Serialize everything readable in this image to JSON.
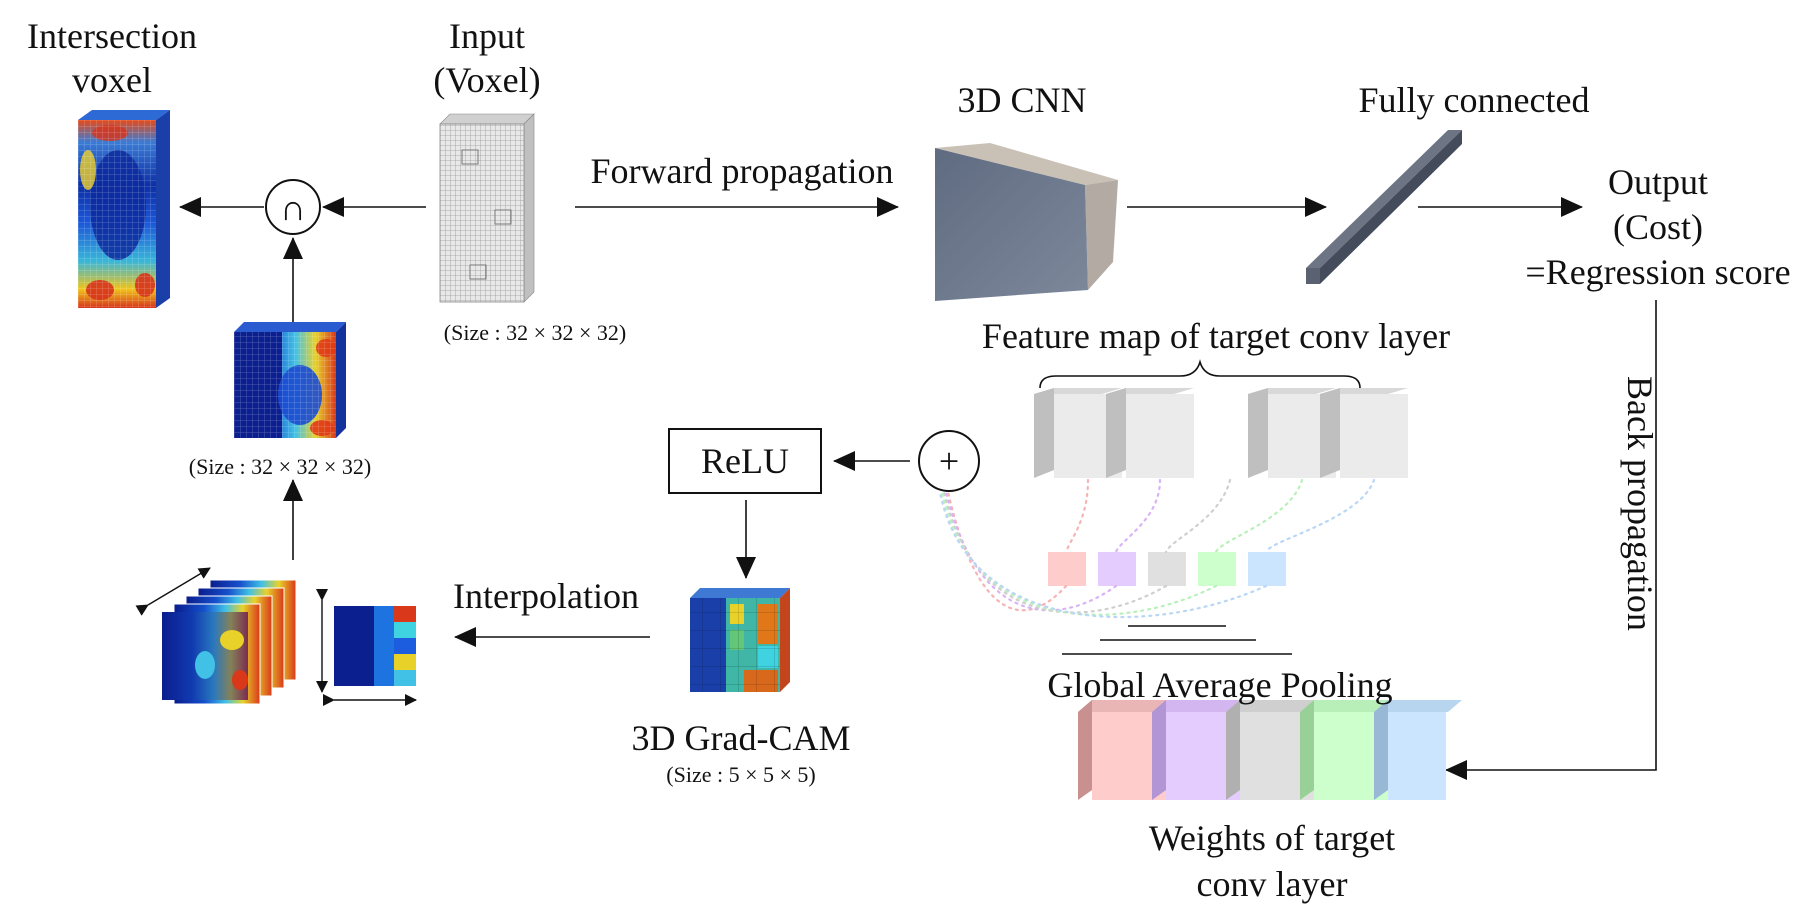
{
  "labels": {
    "intersection_voxel": [
      "Intersection",
      "voxel"
    ],
    "input_voxel": [
      "Input",
      "(Voxel)"
    ],
    "input_size": "(Size : 32 × 32 × 32)",
    "mid_size": "(Size : 32 × 32 × 32)",
    "forward_propagation": "Forward propagation",
    "cnn_3d": "3D CNN",
    "fully_connected": "Fully connected",
    "output": [
      "Output",
      "(Cost)",
      "=Regression score"
    ],
    "back_propagation": "Back propagation",
    "feature_map": "Feature map of target conv layer",
    "relu": "ReLU",
    "interpolation": "Interpolation",
    "gradcam": "3D Grad-CAM",
    "gradcam_size": "(Size : 5 × 5 × 5)",
    "gap": "Global Average Pooling",
    "weights": [
      "Weights of target",
      "conv layer"
    ],
    "intersect_symbol": "∩",
    "sum_symbol": "+"
  },
  "colors": {
    "weight_colors": [
      "#ffcccc",
      "#e5ccff",
      "#e0e0e0",
      "#ccffcc",
      "#cce5ff"
    ],
    "jet_low": "#0b1f8f",
    "jet_high": "#e03a14"
  }
}
